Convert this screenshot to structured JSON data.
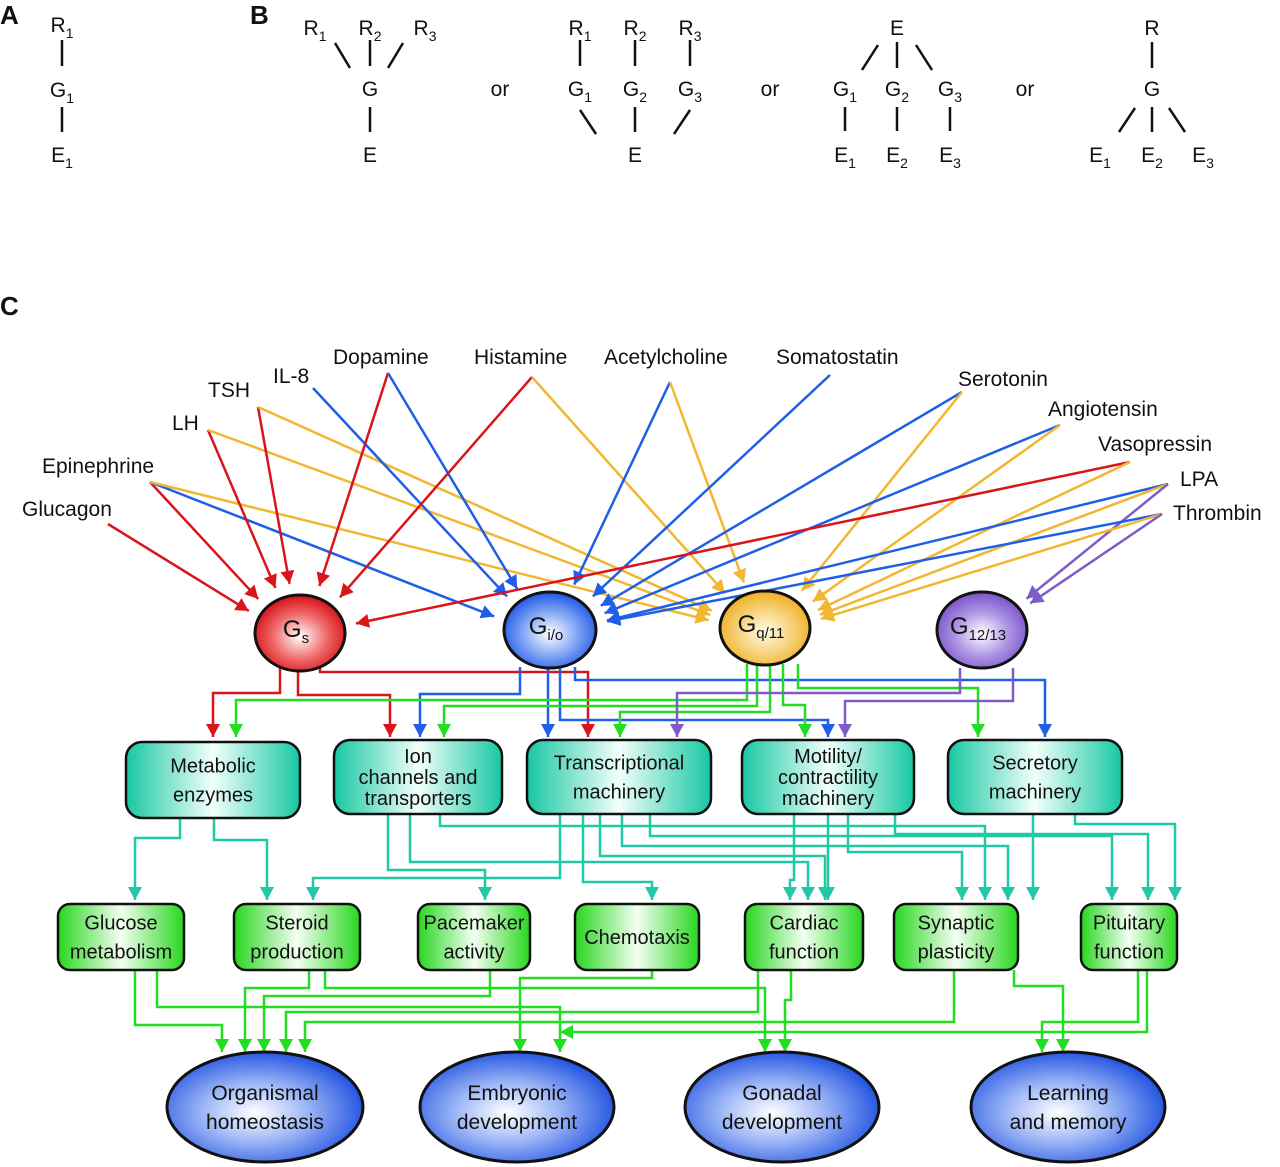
{
  "panels": {
    "A": {
      "label": "A",
      "nodes": [
        {
          "base": "R",
          "sub": "1"
        },
        {
          "base": "G",
          "sub": "1"
        },
        {
          "base": "E",
          "sub": "1"
        }
      ]
    },
    "B": {
      "label": "B",
      "or_label": "or",
      "variants": [
        {
          "top": [
            {
              "base": "R",
              "sub": "1"
            },
            {
              "base": "R",
              "sub": "2"
            },
            {
              "base": "R",
              "sub": "3"
            }
          ],
          "mid": [
            {
              "base": "G",
              "sub": ""
            }
          ],
          "bottom": [
            {
              "base": "E",
              "sub": ""
            }
          ]
        },
        {
          "top": [
            {
              "base": "R",
              "sub": "1"
            },
            {
              "base": "R",
              "sub": "2"
            },
            {
              "base": "R",
              "sub": "3"
            }
          ],
          "mid": [
            {
              "base": "G",
              "sub": "1"
            },
            {
              "base": "G",
              "sub": "2"
            },
            {
              "base": "G",
              "sub": "3"
            }
          ],
          "bottom": [
            {
              "base": "E",
              "sub": ""
            }
          ]
        },
        {
          "top": [
            {
              "base": "E",
              "sub": ""
            }
          ],
          "mid": [
            {
              "base": "G",
              "sub": "1"
            },
            {
              "base": "G",
              "sub": "2"
            },
            {
              "base": "G",
              "sub": "3"
            }
          ],
          "bottom": [
            {
              "base": "E",
              "sub": "1"
            },
            {
              "base": "E",
              "sub": "2"
            },
            {
              "base": "E",
              "sub": "3"
            }
          ]
        },
        {
          "top": [
            {
              "base": "R",
              "sub": ""
            }
          ],
          "mid": [
            {
              "base": "G",
              "sub": ""
            }
          ],
          "bottom": [
            {
              "base": "E",
              "sub": "1"
            },
            {
              "base": "E",
              "sub": "2"
            },
            {
              "base": "E",
              "sub": "3"
            }
          ]
        }
      ]
    },
    "C": {
      "label": "C",
      "ligands": [
        "Glucagon",
        "Epinephrine",
        "LH",
        "TSH",
        "IL-8",
        "Dopamine",
        "Histamine",
        "Acetylcholine",
        "Somatostatin",
        "Serotonin",
        "Angiotensin",
        "Vasopressin",
        "LPA",
        "Thrombin"
      ],
      "g_proteins": [
        {
          "id": "Gs",
          "base": "G",
          "sub": "s",
          "color": "#d9151b"
        },
        {
          "id": "Gio",
          "base": "G",
          "sub": "i/o",
          "color": "#1f5fe8"
        },
        {
          "id": "Gq11",
          "base": "G",
          "sub": "q/11",
          "color": "#f2b630"
        },
        {
          "id": "G1213",
          "base": "G",
          "sub": "12/13",
          "color": "#7e5cc8"
        }
      ],
      "effectors": [
        {
          "id": "metabolic",
          "lines": [
            "Metabolic",
            "enzymes"
          ]
        },
        {
          "id": "ion",
          "lines": [
            "Ion",
            "channels and",
            "transporters"
          ]
        },
        {
          "id": "transcriptional",
          "lines": [
            "Transcriptional",
            "machinery"
          ]
        },
        {
          "id": "motility",
          "lines": [
            "Motility/",
            "contractility",
            "machinery"
          ]
        },
        {
          "id": "secretory",
          "lines": [
            "Secretory",
            "machinery"
          ]
        }
      ],
      "functions": [
        {
          "id": "glucose",
          "lines": [
            "Glucose",
            "metabolism"
          ]
        },
        {
          "id": "steroid",
          "lines": [
            "Steroid",
            "production"
          ]
        },
        {
          "id": "pacemaker",
          "lines": [
            "Pacemaker",
            "activity"
          ]
        },
        {
          "id": "chemotaxis",
          "lines": [
            "Chemotaxis"
          ]
        },
        {
          "id": "cardiac",
          "lines": [
            "Cardiac",
            "function"
          ]
        },
        {
          "id": "synaptic",
          "lines": [
            "Synaptic",
            "plasticity"
          ]
        },
        {
          "id": "pituitary",
          "lines": [
            "Pituitary",
            "function"
          ]
        }
      ],
      "outcomes": [
        {
          "id": "organismal",
          "lines": [
            "Organismal",
            "homeostasis"
          ]
        },
        {
          "id": "embryonic",
          "lines": [
            "Embryonic",
            "development"
          ]
        },
        {
          "id": "gonadal",
          "lines": [
            "Gonadal",
            "development"
          ]
        },
        {
          "id": "learning",
          "lines": [
            "Learning",
            "and memory"
          ]
        }
      ],
      "ligand_links": [
        [
          "Glucagon",
          "Gs"
        ],
        [
          "Epinephrine",
          "Gs"
        ],
        [
          "Epinephrine",
          "Gio"
        ],
        [
          "Epinephrine",
          "Gq11"
        ],
        [
          "LH",
          "Gs"
        ],
        [
          "LH",
          "Gq11"
        ],
        [
          "TSH",
          "Gs"
        ],
        [
          "TSH",
          "Gq11"
        ],
        [
          "IL-8",
          "Gio"
        ],
        [
          "Dopamine",
          "Gs"
        ],
        [
          "Dopamine",
          "Gio"
        ],
        [
          "Histamine",
          "Gs"
        ],
        [
          "Histamine",
          "Gq11"
        ],
        [
          "Acetylcholine",
          "Gio"
        ],
        [
          "Acetylcholine",
          "Gq11"
        ],
        [
          "Somatostatin",
          "Gio"
        ],
        [
          "Serotonin",
          "Gio"
        ],
        [
          "Serotonin",
          "Gq11"
        ],
        [
          "Angiotensin",
          "Gio"
        ],
        [
          "Angiotensin",
          "Gq11"
        ],
        [
          "Vasopressin",
          "Gs"
        ],
        [
          "Vasopressin",
          "Gq11"
        ],
        [
          "LPA",
          "Gio"
        ],
        [
          "LPA",
          "Gq11"
        ],
        [
          "LPA",
          "G1213"
        ],
        [
          "Thrombin",
          "Gio"
        ],
        [
          "Thrombin",
          "Gq11"
        ],
        [
          "Thrombin",
          "G1213"
        ]
      ],
      "colors": {
        "effector_link": "#1fc9a6",
        "function_link": "#22dd22",
        "outline": "#111111"
      }
    }
  }
}
